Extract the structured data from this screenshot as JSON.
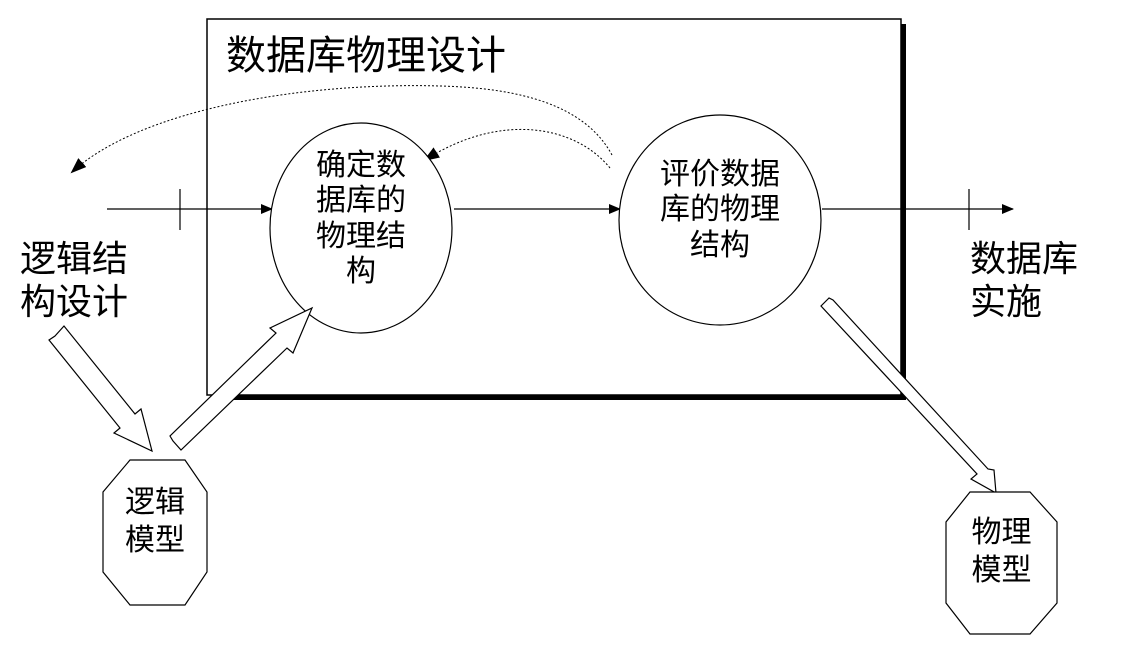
{
  "title": "数据库物理设计",
  "input": {
    "line1": "逻辑结",
    "line2": "构设计"
  },
  "output": {
    "line1": "数据库",
    "line2": "实施"
  },
  "node_determine": {
    "line1": "确定数",
    "line2": "据库的",
    "line3": "物理结",
    "line4": "构"
  },
  "node_evaluate": {
    "line1": "评价数据",
    "line2": "库的物理",
    "line3": "结构"
  },
  "logical_model": {
    "line1": "逻辑",
    "line2": "模型"
  },
  "physical_model": {
    "line1": "物理",
    "line2": "模型"
  }
}
